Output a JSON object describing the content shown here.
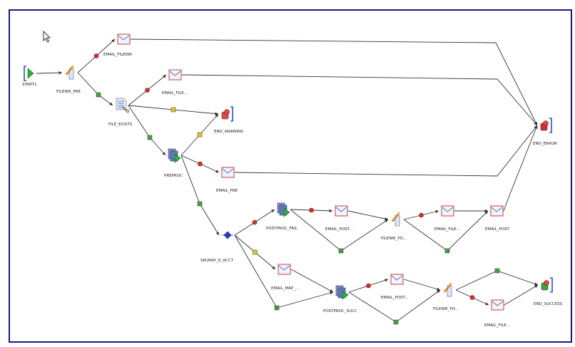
{
  "window": {
    "border_color": "#1a1a7a"
  },
  "nodes": [
    {
      "id": "start",
      "label": "START1",
      "icon": "start-icon"
    },
    {
      "id": "filewr_pre",
      "label": "FILEWR_PRE",
      "icon": "file-wait-icon"
    },
    {
      "id": "email_filewr",
      "label": "EMAIL_FILEWR",
      "icon": "email-icon"
    },
    {
      "id": "email_file_1",
      "label": "EMAIL_FILE...",
      "icon": "email-icon"
    },
    {
      "id": "file_exists",
      "label": "FILE_EXISTS",
      "icon": "file-check-icon"
    },
    {
      "id": "end_warning",
      "label": "END_WARNING",
      "icon": "end-icon"
    },
    {
      "id": "preproc",
      "label": "PREPROC",
      "icon": "process-icon"
    },
    {
      "id": "email_pre",
      "label": "EMAIL_PRE",
      "icon": "email-icon"
    },
    {
      "id": "end_error",
      "label": "END_ERROR",
      "icon": "end-icon"
    },
    {
      "id": "postproc_fail",
      "label": "POSTPROC_FAIL",
      "icon": "process-icon"
    },
    {
      "id": "email_post_1",
      "label": "EMAIL_POST...",
      "icon": "email-icon"
    },
    {
      "id": "filewr_po_1",
      "label": "FILEWR_PO...",
      "icon": "file-wait-icon"
    },
    {
      "id": "email_file_2",
      "label": "EMAIL_FILE...",
      "icon": "email-icon"
    },
    {
      "id": "email_post",
      "label": "EMAIL_POST",
      "icon": "email-icon"
    },
    {
      "id": "splmp",
      "label": "SPLMAP_D_ACCT",
      "icon": "decision-icon"
    },
    {
      "id": "email_map",
      "label": "EMAIL_MAP_...",
      "icon": "email-icon"
    },
    {
      "id": "postproc_succ",
      "label": "POSTPROC_SUCC",
      "icon": "process-icon"
    },
    {
      "id": "email_post_2",
      "label": "EMAIL_POST...",
      "icon": "email-icon"
    },
    {
      "id": "filewr_po_2",
      "label": "FILEWR_PO...",
      "icon": "file-wait-icon"
    },
    {
      "id": "email_file_3",
      "label": "EMAIL_FILE...",
      "icon": "email-icon"
    },
    {
      "id": "end_success",
      "label": "END_SUCCESS",
      "icon": "end-icon"
    }
  ],
  "edges": [
    {
      "from": "start",
      "to": "filewr_pre",
      "status": "plain"
    },
    {
      "from": "filewr_pre",
      "to": "email_filewr",
      "status": "failure"
    },
    {
      "from": "filewr_pre",
      "to": "file_exists",
      "status": "success"
    },
    {
      "from": "email_filewr",
      "to": "end_error",
      "status": "plain"
    },
    {
      "from": "file_exists",
      "to": "email_file_1",
      "status": "failure"
    },
    {
      "from": "file_exists",
      "to": "end_warning",
      "status": "warning"
    },
    {
      "from": "file_exists",
      "to": "preproc",
      "status": "success"
    },
    {
      "from": "email_file_1",
      "to": "end_error",
      "status": "plain"
    },
    {
      "from": "preproc",
      "to": "end_warning",
      "status": "warning"
    },
    {
      "from": "preproc",
      "to": "email_pre",
      "status": "failure"
    },
    {
      "from": "preproc",
      "to": "splmp",
      "status": "success"
    },
    {
      "from": "email_pre",
      "to": "end_error",
      "status": "plain"
    },
    {
      "from": "splmp",
      "to": "postproc_fail",
      "status": "failure"
    },
    {
      "from": "splmp",
      "to": "email_map",
      "status": "warning"
    },
    {
      "from": "splmp",
      "to": "postproc_succ",
      "status": "success"
    },
    {
      "from": "postproc_fail",
      "to": "email_post_1",
      "status": "failure"
    },
    {
      "from": "postproc_fail",
      "to": "filewr_po_1",
      "status": "success"
    },
    {
      "from": "email_post_1",
      "to": "filewr_po_1",
      "status": "plain"
    },
    {
      "from": "filewr_po_1",
      "to": "email_file_2",
      "status": "failure"
    },
    {
      "from": "filewr_po_1",
      "to": "email_post",
      "status": "success"
    },
    {
      "from": "email_file_2",
      "to": "email_post",
      "status": "plain"
    },
    {
      "from": "email_post",
      "to": "end_error",
      "status": "plain"
    },
    {
      "from": "email_map",
      "to": "postproc_succ",
      "status": "plain"
    },
    {
      "from": "postproc_succ",
      "to": "email_post_2",
      "status": "failure"
    },
    {
      "from": "postproc_succ",
      "to": "filewr_po_2",
      "status": "success"
    },
    {
      "from": "email_post_2",
      "to": "filewr_po_2",
      "status": "plain"
    },
    {
      "from": "filewr_po_2",
      "to": "email_file_3",
      "status": "failure"
    },
    {
      "from": "filewr_po_2",
      "to": "end_success",
      "status": "success"
    },
    {
      "from": "email_file_3",
      "to": "end_success",
      "status": "plain"
    }
  ],
  "colors": {
    "success": "#3fa24a",
    "failure": "#d83030",
    "warning": "#d8c832",
    "line": "#333333",
    "decision": "#2a3fd0"
  }
}
